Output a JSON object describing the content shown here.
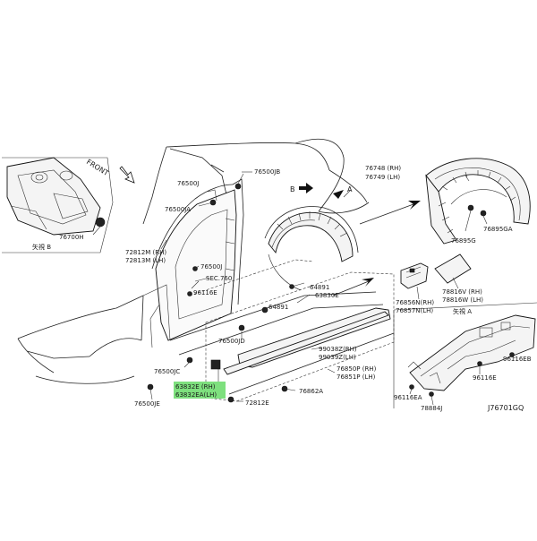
{
  "callouts": {
    "c76500JB": "76500JB",
    "c76500JA": "76500JA",
    "c72812M": "72812M (RH)",
    "c72813M": "72813M (LH)",
    "c76500J": "76500J",
    "cSEC760": "SEC.760",
    "c96116E_a": "96116E",
    "c64891_a": "64891",
    "c64891_b": "64891",
    "c63830E": "63830E",
    "c76500JD": "76500JD",
    "c99038Z": "99038Z(RH)",
    "c99039Z": "99039Z(LH)",
    "c76500JC": "76500JC",
    "c76850P": "76850P (RH)",
    "c76851P": "76851P (LH)",
    "c63832E": "63832E  (RH)",
    "c63832EA": "63832EA(LH)",
    "c76862A": "76862A",
    "c72812E": "72812E",
    "c76500JE": "76500JE",
    "c76748": "76748 (RH)",
    "c76749": "76749 (LH)",
    "c76895G": "76895G",
    "c76895GA": "76895GA",
    "c76856N": "76856N(RH)",
    "c76857N": "76857N(LH)",
    "c78816V": "78816V (RH)",
    "c78816W": "78816W (LH)",
    "c96116EB": "96116EB",
    "c96116E_b": "96116E",
    "c96116EA": "96116EA",
    "c78884J": "78884J",
    "c76700H": "76700H"
  },
  "markers": {
    "front": "FRONT",
    "viewB": "B",
    "viewA": "A",
    "viewLabelB": "矢視 B",
    "viewLabelA": "矢視 A"
  },
  "diagram_code": "J76701GQ",
  "highlight_color": "#7ee07e"
}
